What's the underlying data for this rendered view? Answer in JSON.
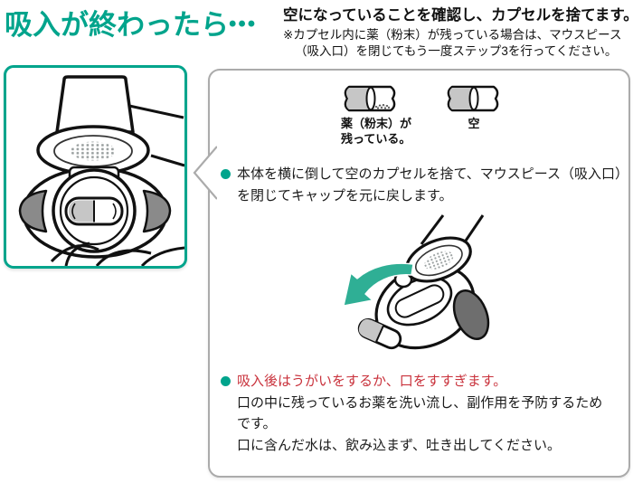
{
  "header": {
    "title": "吸入が終わったら",
    "title_dots": "•••",
    "lead": "空になっていることを確認し、カプセルを捨てます。",
    "note_line1": "※カプセル内に薬（粉末）が残っている場合は、マウスピース",
    "note_line2": "（吸入口）を閉じてもう一度ステップ3を行ってください。"
  },
  "legend": {
    "remaining_line1": "薬（粉末）が",
    "remaining_line2": "残っている。",
    "empty": "空"
  },
  "steps": {
    "step1_line1": "本体を横に倒して空のカプセルを捨て、マウスピース（吸入口）",
    "step1_line2": "を閉じてキャップを元に戻します。",
    "step2_highlight": "吸入後はうがいをするか、口をすすぎます。",
    "step2_line1": "口の中に残っているお薬を洗い流し、副作用を予防するため",
    "step2_line2": "です。",
    "step2_line3": "口に含んだ水は、飲み込まず、吐き出してください。"
  },
  "icons": {
    "device_front": "inhaler-front-open-illustration",
    "device_tipped": "inhaler-tipped-discard-illustration",
    "capsule_powder": "capsule-with-powder-icon",
    "capsule_empty": "capsule-empty-icon",
    "discard_arrow": "discard-direction-arrow-icon",
    "panel_pointer": "panel-pointer-left-icon"
  },
  "colors": {
    "accent_teal": "#00A48C",
    "arrow_teal": "#2FAF95",
    "highlight_red": "#C9323C",
    "panel_border_gray": "#ABABAB",
    "text_black": "#1A1A1A",
    "capsule_cap_gray": "#C6C6C6",
    "side_button_gray": "#8A8A8A",
    "dark_button_gray": "#6E6E6E"
  }
}
